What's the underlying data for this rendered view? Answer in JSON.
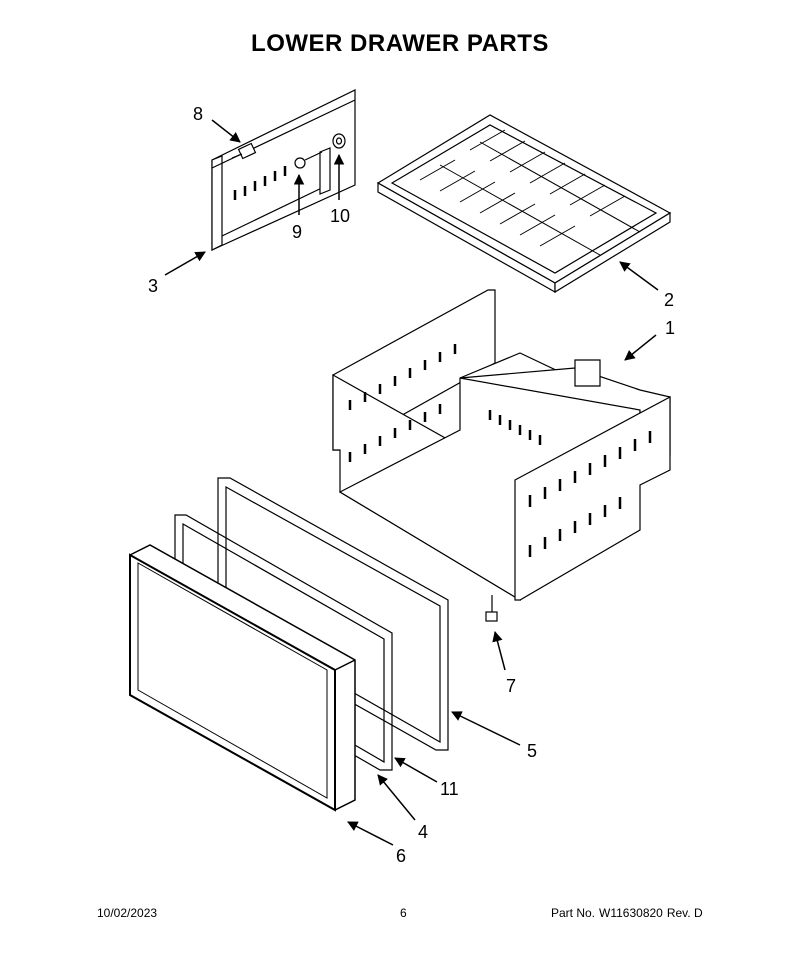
{
  "title": "LOWER DRAWER PARTS",
  "callouts": [
    "8",
    "9",
    "10",
    "3",
    "2",
    "1",
    "7",
    "5",
    "11",
    "4",
    "6"
  ],
  "footer": {
    "date": "10/02/2023",
    "page": "6",
    "part_label": "Part No.",
    "part_number": "W11630820",
    "rev": "Rev. D"
  }
}
